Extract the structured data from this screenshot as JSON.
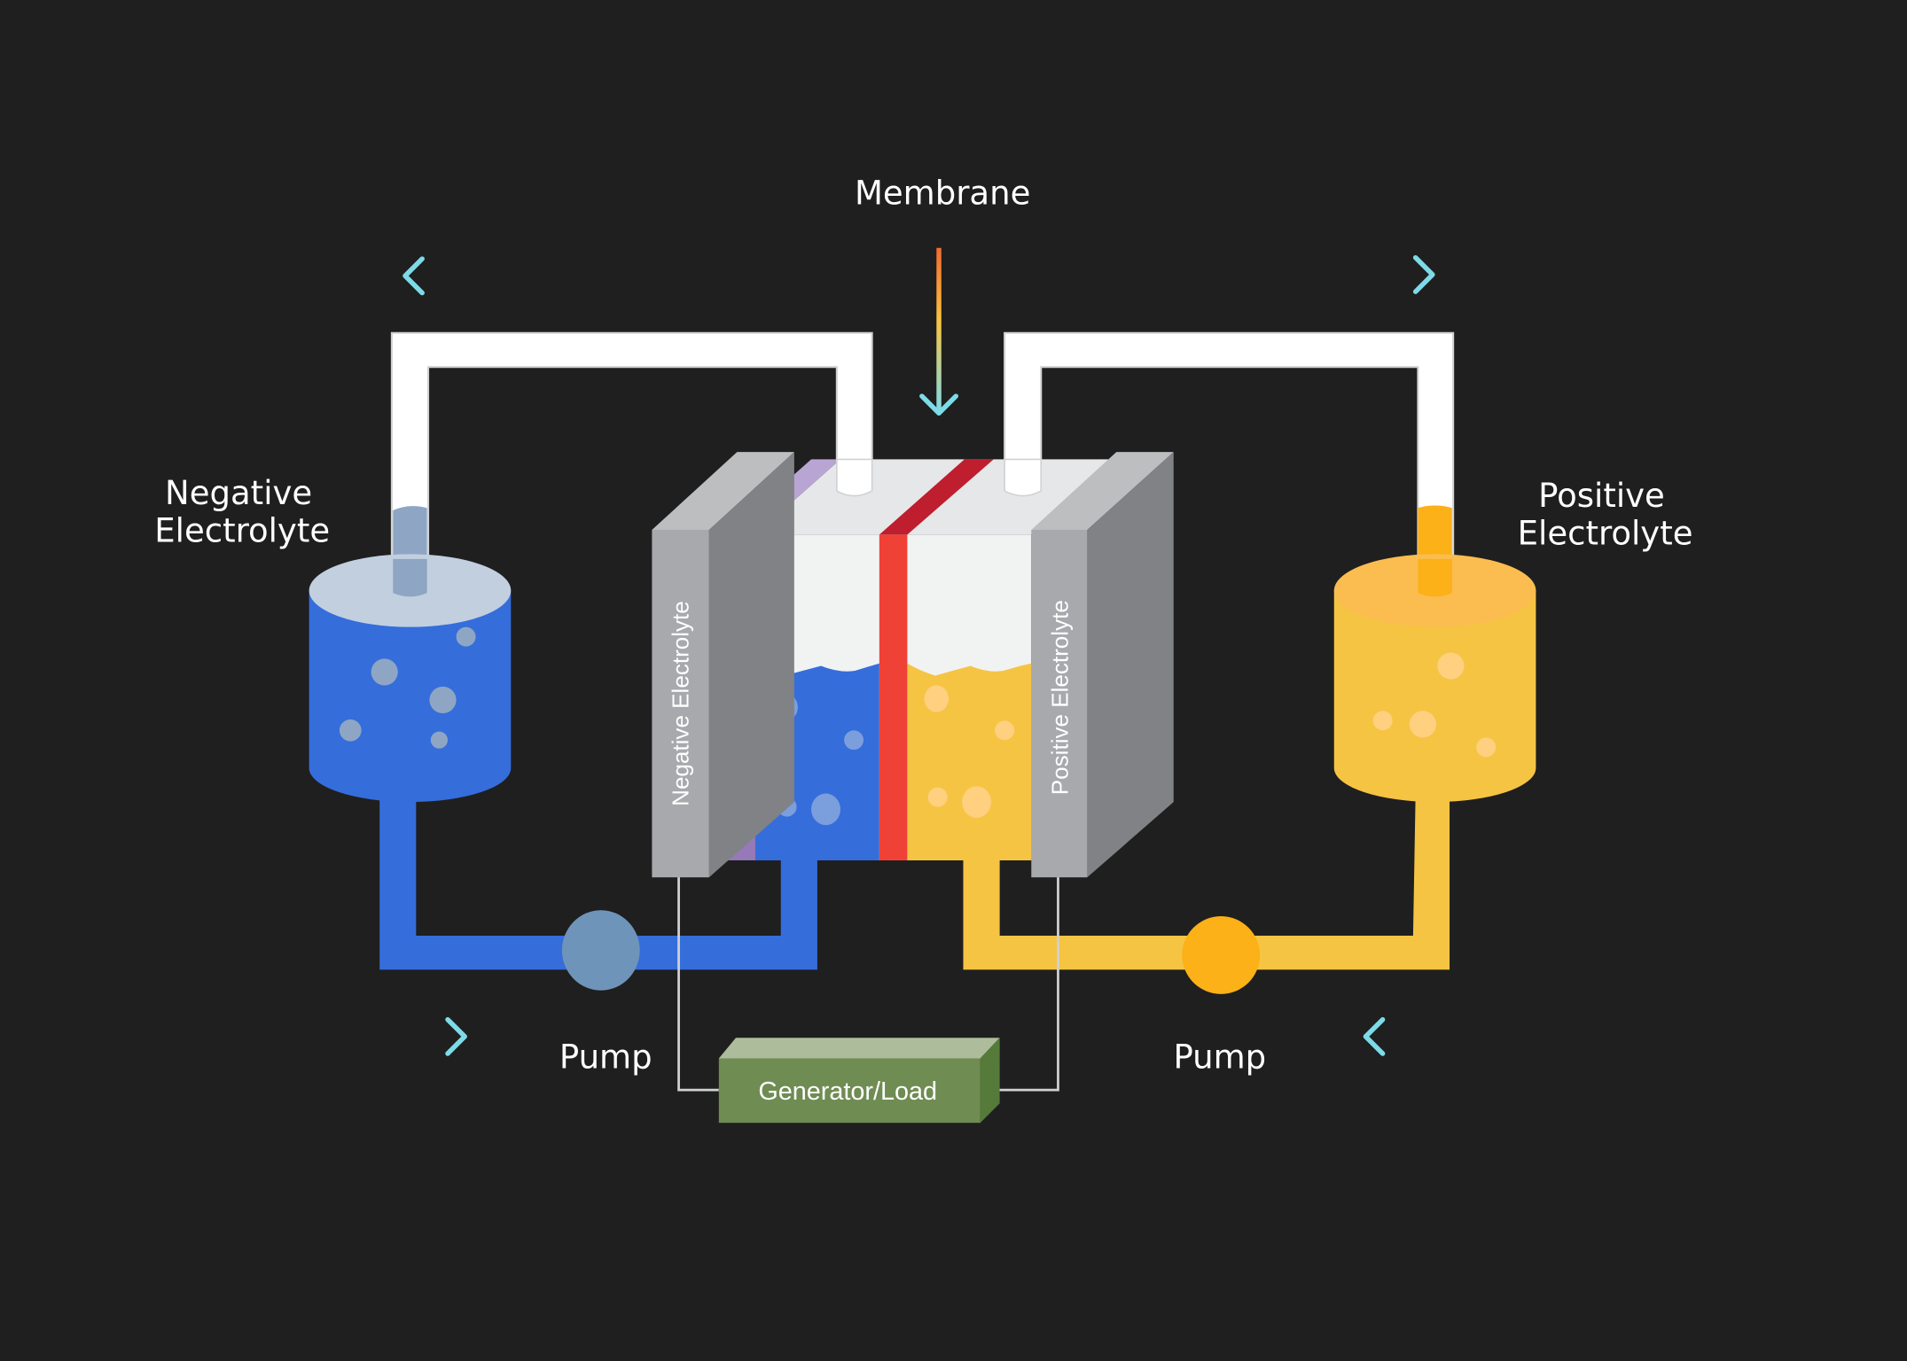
{
  "title": "Flow battery diagram",
  "labels": {
    "membrane": "Membrane",
    "negative_tank": [
      "Negative",
      "Electrolyte"
    ],
    "positive_tank": [
      "Positive",
      "Electrolyte"
    ],
    "negative_electrode": "Negative Electrolyte",
    "positive_electrode": "Positive Electrolyte",
    "pump_left": "Pump",
    "pump_right": "Pump",
    "load": "Generator/Load"
  },
  "flow_arrows": [
    {
      "id": "top-left",
      "direction": "left"
    },
    {
      "id": "top-right",
      "direction": "right"
    },
    {
      "id": "membrane",
      "direction": "down"
    },
    {
      "id": "bottom-left",
      "direction": "right"
    },
    {
      "id": "bottom-right",
      "direction": "left"
    }
  ],
  "colors": {
    "background": "#1f1f1f",
    "negative_electrolyte": "#356ddb",
    "negative_bubble": "#8ea6c4",
    "positive_electrolyte": "#f5c443",
    "positive_bubble": "#ffd080",
    "membrane": "#ef4136",
    "membrane_top": "#be1e2d",
    "electrode_front": "#a7a9ac",
    "electrode_side": "#808285",
    "electrode_top": "#bcbec0",
    "separator_purple": "#9679b7",
    "separator_purple_top": "#b9a5d4",
    "pipe": "#ffffff",
    "pump_left": "#6f94b9",
    "pump_right": "#fbb117",
    "load_front": "#6f8c52",
    "load_top": "#adbd9c",
    "load_side": "#557a3a",
    "arrow_warm": "#f26b2f",
    "arrow_mid": "#f9c440",
    "arrow_cool": "#7ddbe8"
  }
}
